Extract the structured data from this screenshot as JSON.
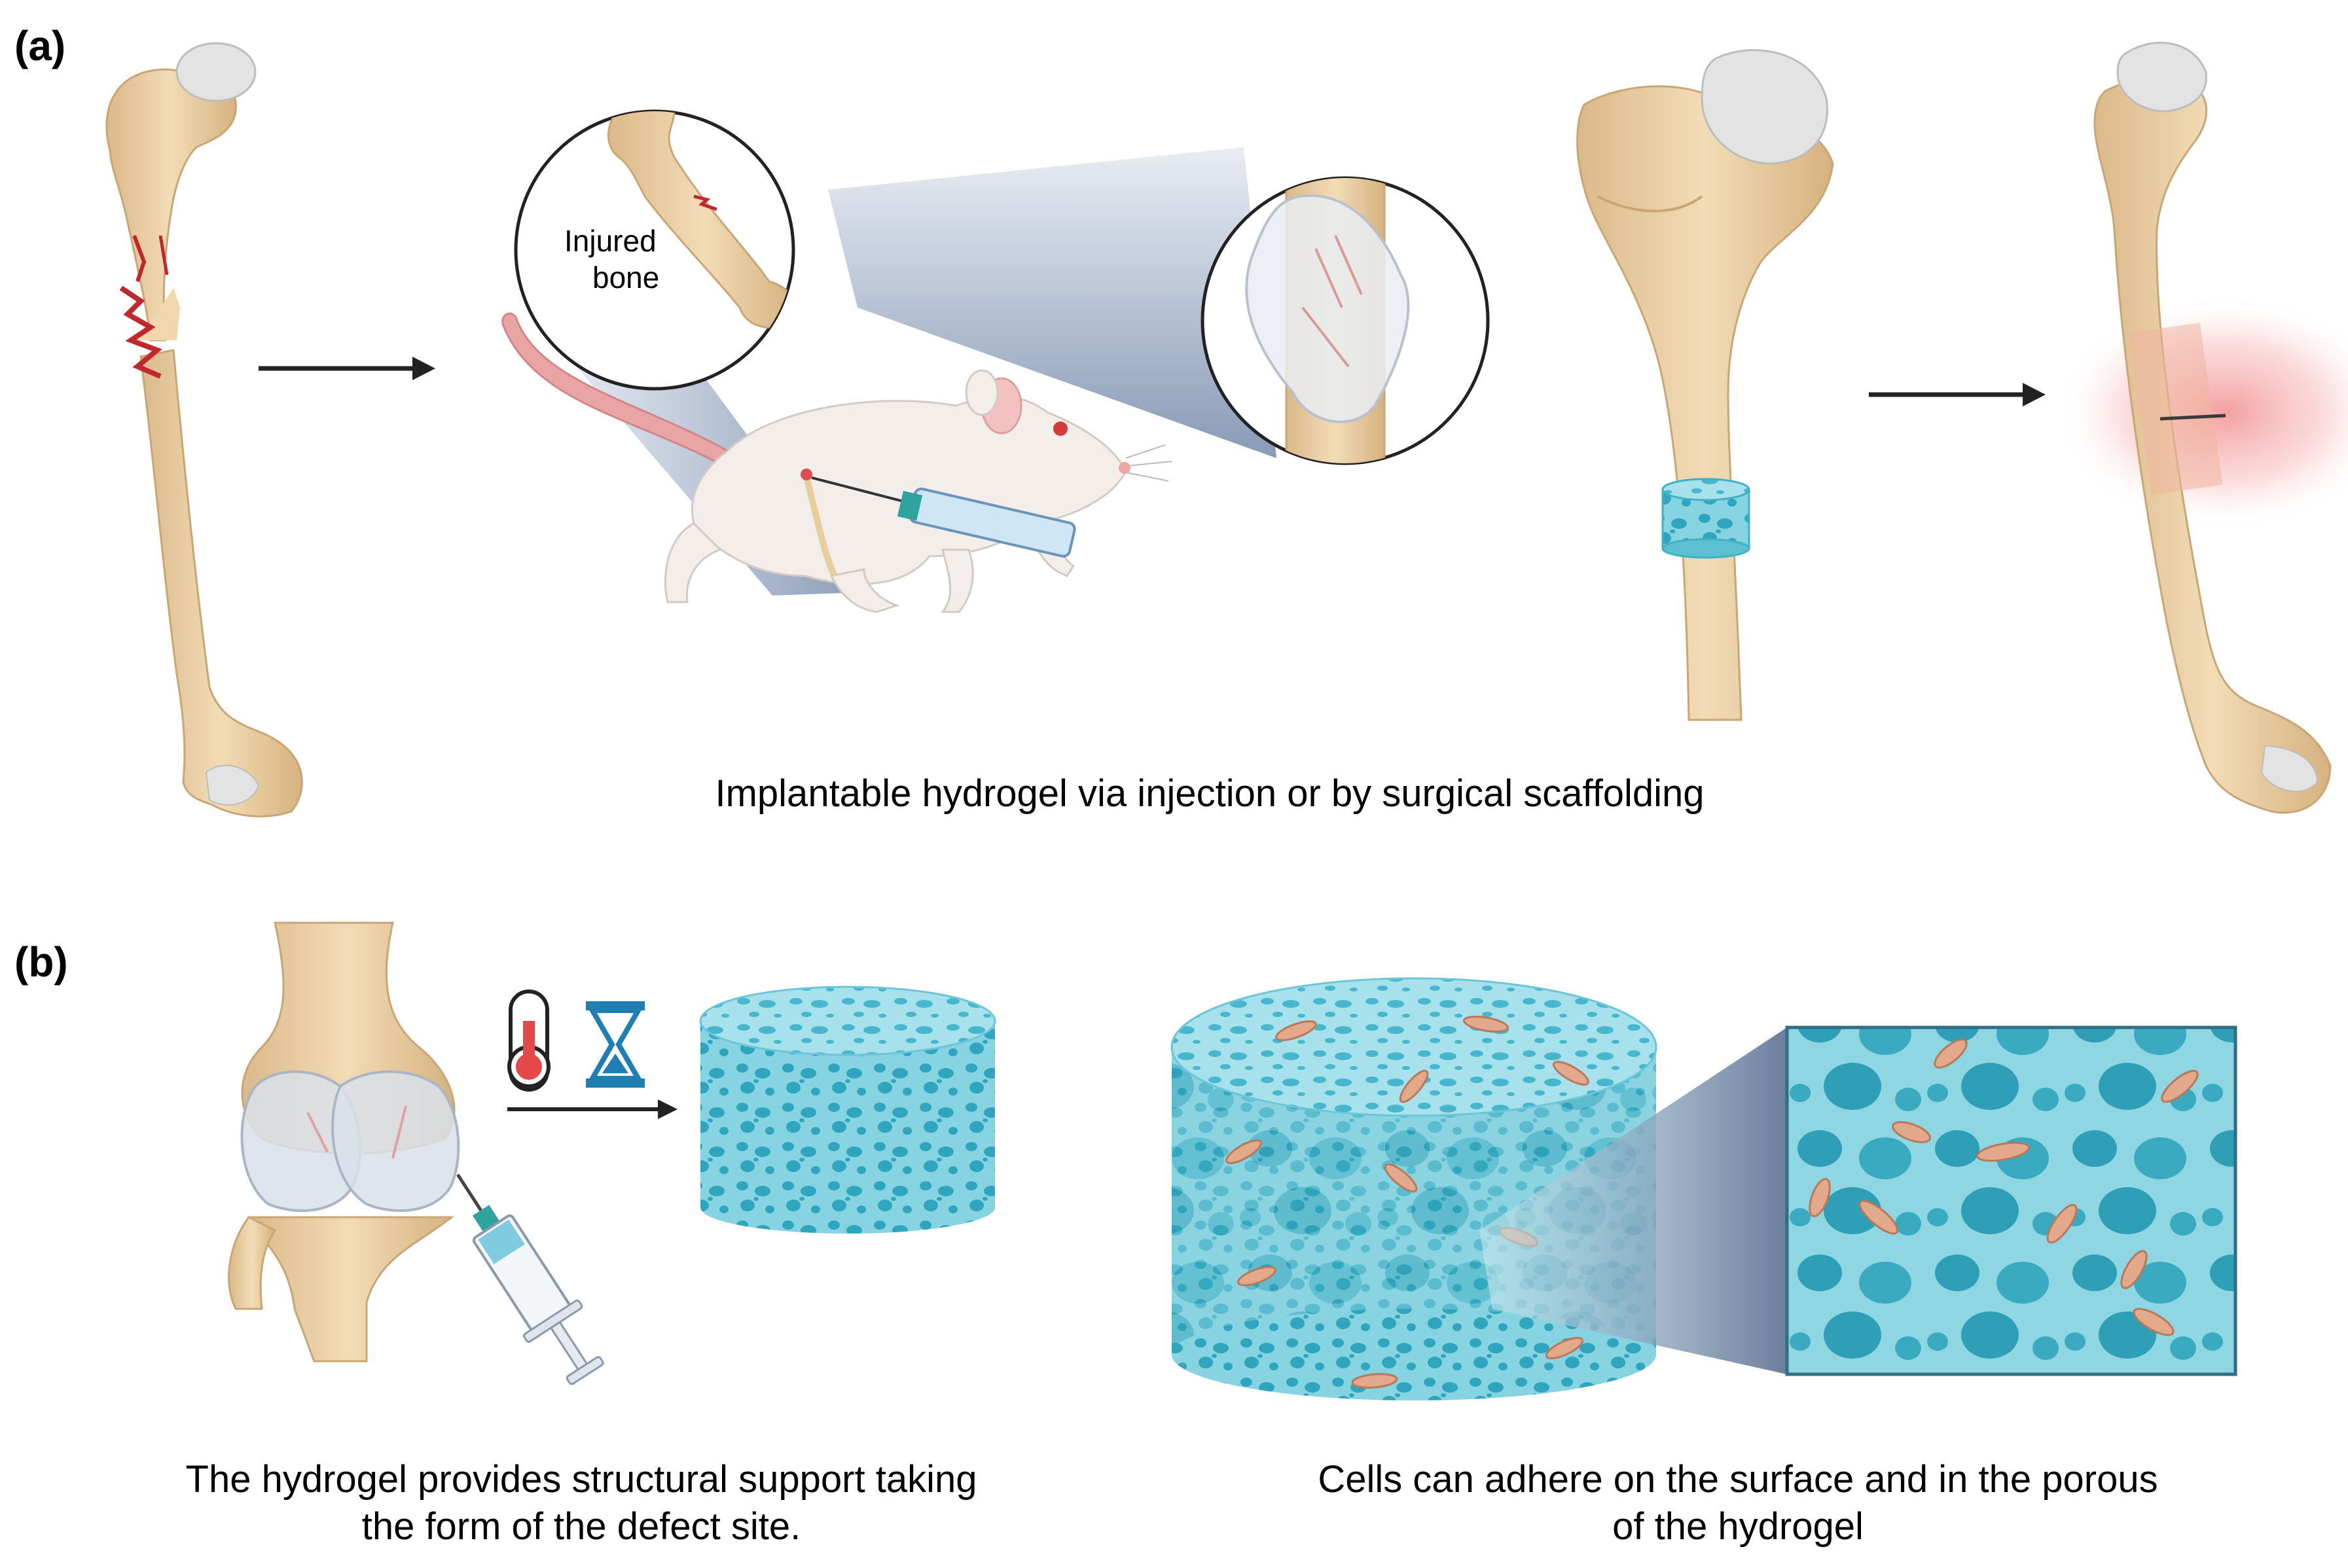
{
  "panel_a": {
    "label": "(a)",
    "inset_label_line1": "Injured",
    "inset_label_line2": "bone",
    "caption": "Implantable hydrogel via injection or by surgical scaffolding"
  },
  "panel_b": {
    "label": "(b)",
    "left_caption_line1": "The hydrogel provides structural support taking",
    "left_caption_line2": "the form of the defect site.",
    "right_caption_line1": "Cells can adhere on the surface and in the porous",
    "right_caption_line2": "of the hydrogel"
  },
  "colors": {
    "bone": "#ecd3a8",
    "bone_shade": "#d8b884",
    "hydrogel": "#7fd1e0",
    "hydrogel_dark": "#3fb1c7",
    "cell": "#e3a98b",
    "injury": "#c0282d",
    "rat_body": "#f1ece8",
    "rat_tail": "#e9a4a4",
    "cone": "#8c9db8"
  },
  "icons": [
    "thermometer-icon",
    "hourglass-icon",
    "syringe-icon",
    "rat-icon",
    "femur-icon",
    "knee-joint-icon",
    "hydrogel-scaffold-icon",
    "cell-icon"
  ]
}
